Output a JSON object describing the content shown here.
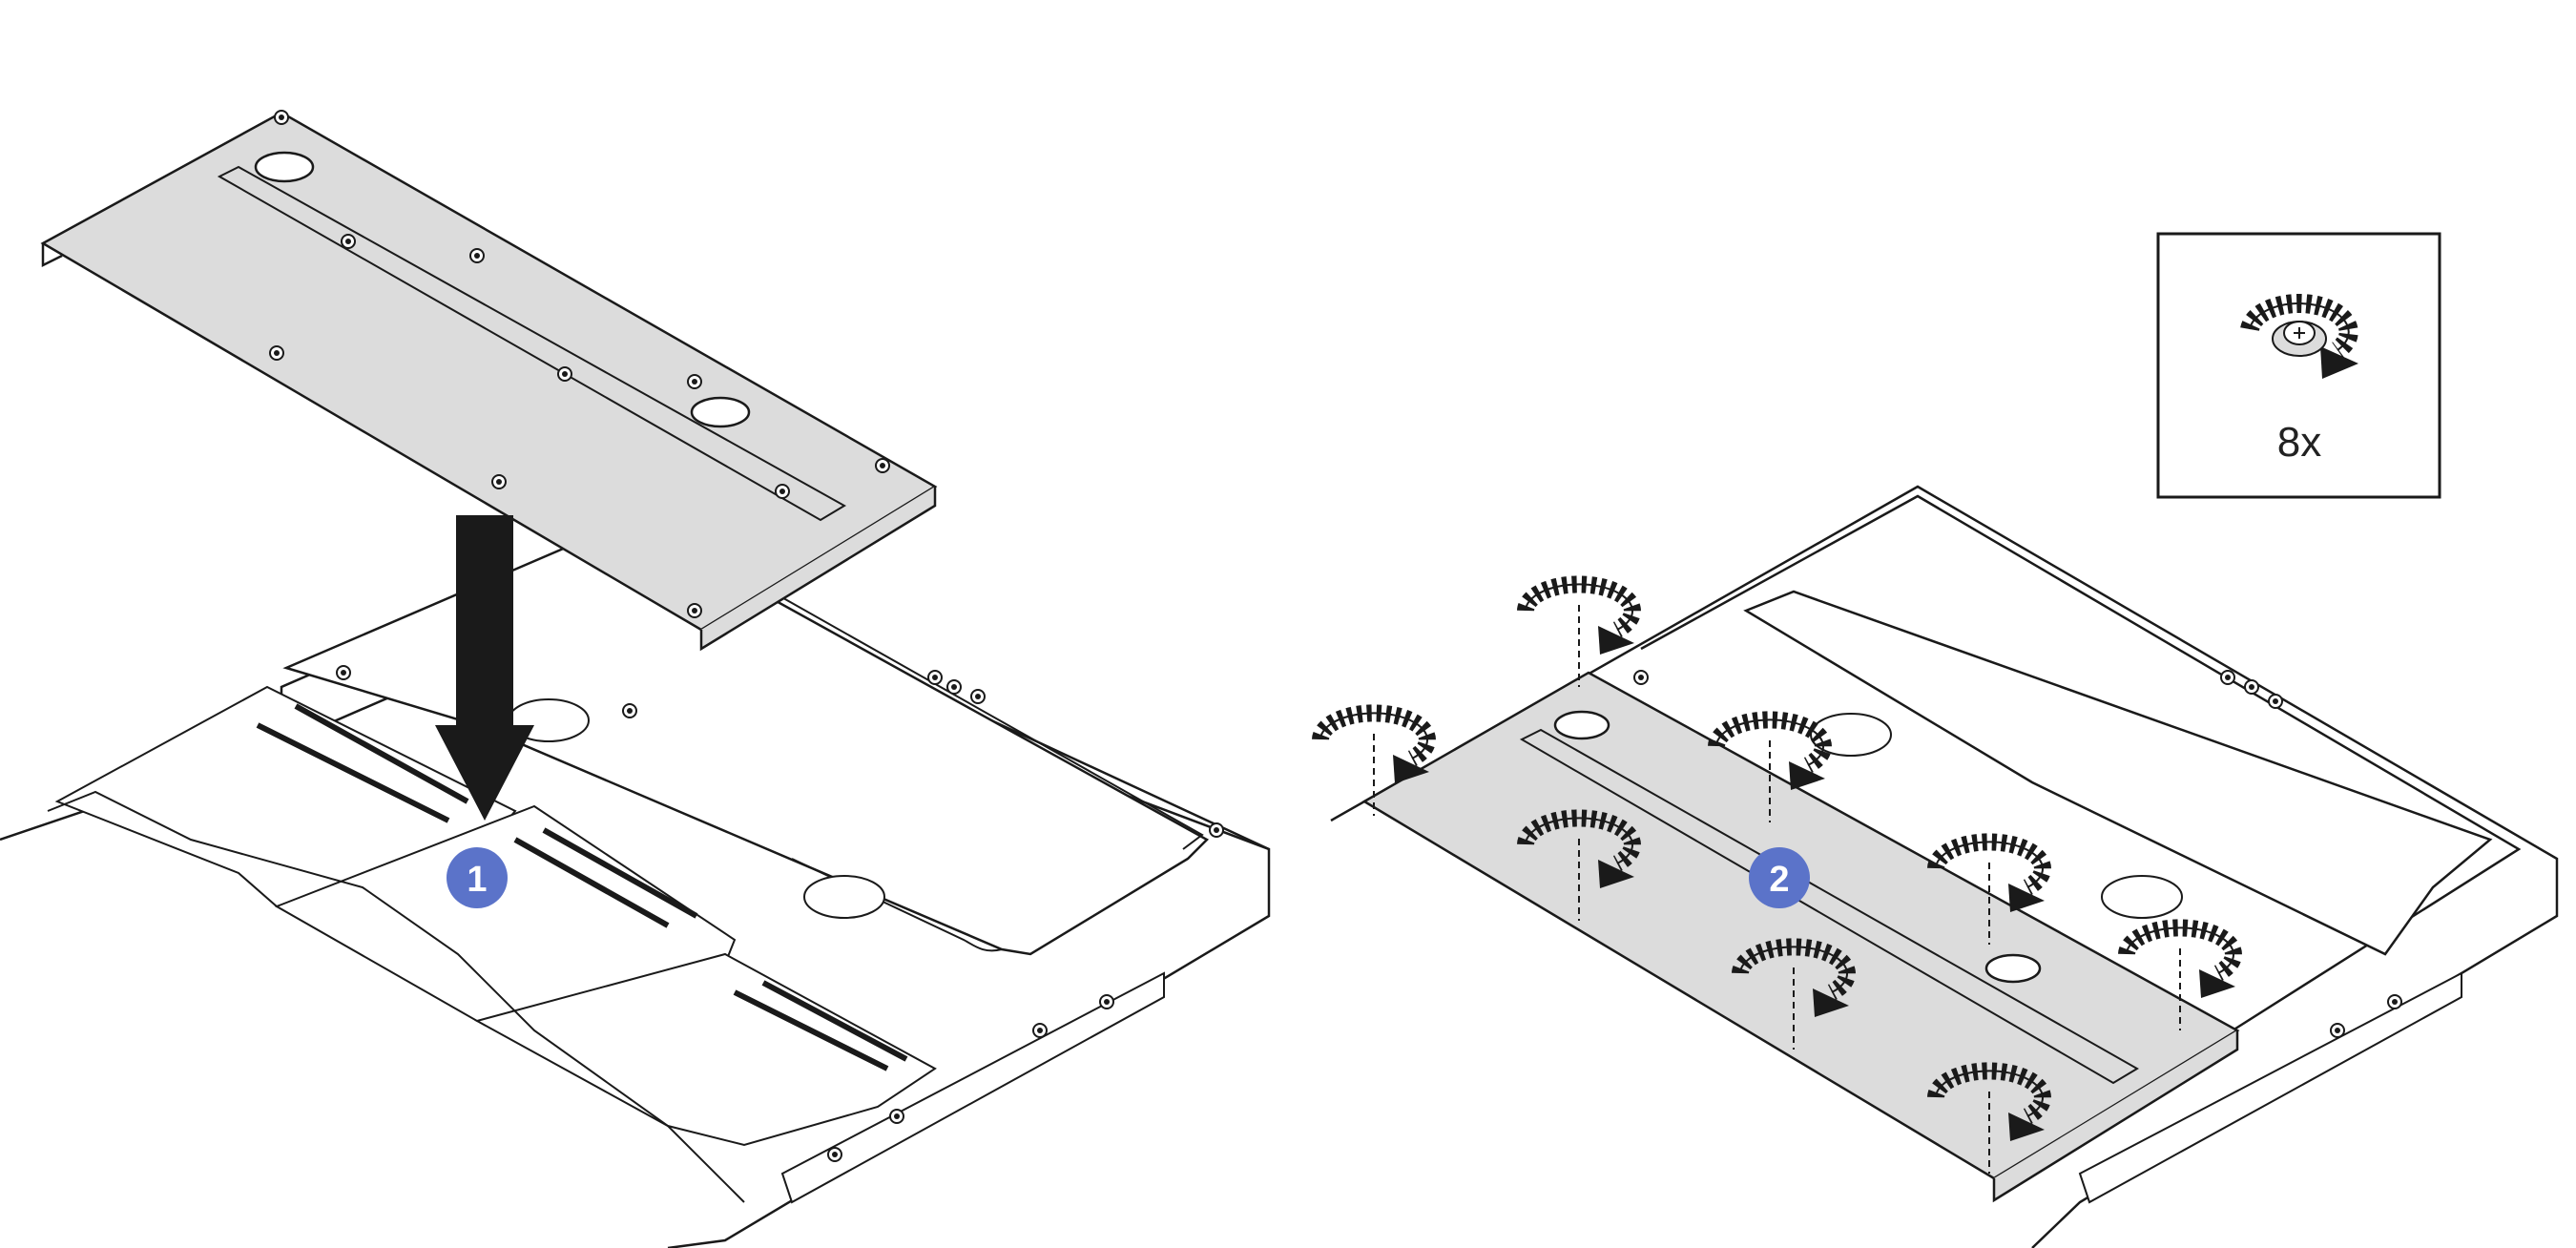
{
  "steps": [
    {
      "number": "1"
    },
    {
      "number": "2"
    }
  ],
  "screw_callout": {
    "quantity": "8x",
    "icon": "screw-rotate-icon"
  },
  "colors": {
    "accent": "#5b73c9",
    "cover_fill": "#dcdcdc",
    "line": "#1a1a1a"
  }
}
